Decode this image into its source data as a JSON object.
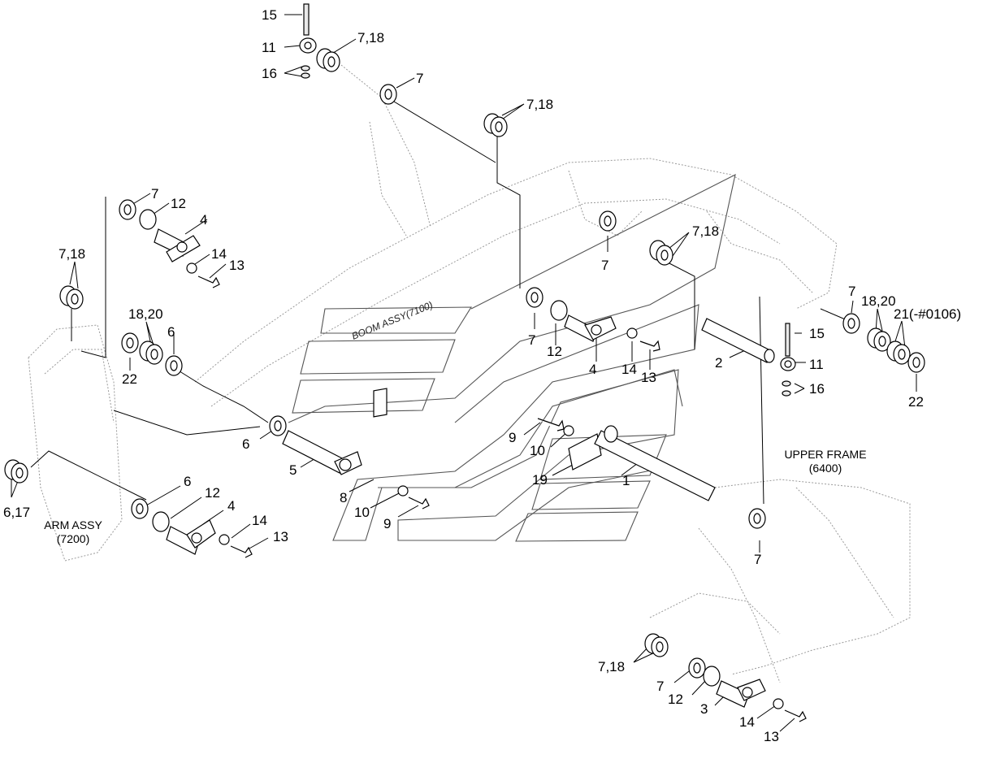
{
  "diagram": {
    "assemblies": {
      "boom": "BOOM ASSY(7100)",
      "upper_frame_line1": "UPPER FRAME",
      "upper_frame_line2": "(6400)",
      "arm_line1": "ARM ASSY",
      "arm_line2": "(7200)"
    },
    "callouts": [
      {
        "id": "c15a",
        "label": "15"
      },
      {
        "id": "c11a",
        "label": "11"
      },
      {
        "id": "c718a",
        "label": "7,18"
      },
      {
        "id": "c16a",
        "label": "16"
      },
      {
        "id": "c7a",
        "label": "7"
      },
      {
        "id": "c718b",
        "label": "7,18"
      },
      {
        "id": "c7b",
        "label": "7"
      },
      {
        "id": "c12a",
        "label": "12"
      },
      {
        "id": "c4a",
        "label": "4"
      },
      {
        "id": "c14a",
        "label": "14"
      },
      {
        "id": "c13a",
        "label": "13"
      },
      {
        "id": "c718c",
        "label": "7,18"
      },
      {
        "id": "c1820a",
        "label": "18,20"
      },
      {
        "id": "c6a",
        "label": "6"
      },
      {
        "id": "c22a",
        "label": "22"
      },
      {
        "id": "c7c",
        "label": "7"
      },
      {
        "id": "c718d",
        "label": "7,18"
      },
      {
        "id": "c7d",
        "label": "7"
      },
      {
        "id": "c12b",
        "label": "12"
      },
      {
        "id": "c4b",
        "label": "4"
      },
      {
        "id": "c14b",
        "label": "14"
      },
      {
        "id": "c13b",
        "label": "13"
      },
      {
        "id": "c2",
        "label": "2"
      },
      {
        "id": "c15b",
        "label": "15"
      },
      {
        "id": "c11b",
        "label": "11"
      },
      {
        "id": "c16b",
        "label": "16"
      },
      {
        "id": "c7e",
        "label": "7"
      },
      {
        "id": "c1820b",
        "label": "18,20"
      },
      {
        "id": "c21",
        "label": "21(-#0106)"
      },
      {
        "id": "c22b",
        "label": "22"
      },
      {
        "id": "c6b",
        "label": "6"
      },
      {
        "id": "c5",
        "label": "5"
      },
      {
        "id": "c8",
        "label": "8"
      },
      {
        "id": "c10a",
        "label": "10"
      },
      {
        "id": "c9a",
        "label": "9"
      },
      {
        "id": "c9b",
        "label": "9"
      },
      {
        "id": "c10b",
        "label": "10"
      },
      {
        "id": "c19",
        "label": "19"
      },
      {
        "id": "c1",
        "label": "1"
      },
      {
        "id": "c617",
        "label": "6,17"
      },
      {
        "id": "c6c",
        "label": "6"
      },
      {
        "id": "c12c",
        "label": "12"
      },
      {
        "id": "c4c",
        "label": "4"
      },
      {
        "id": "c14c",
        "label": "14"
      },
      {
        "id": "c13c",
        "label": "13"
      },
      {
        "id": "c7f",
        "label": "7"
      },
      {
        "id": "c718e",
        "label": "7,18"
      },
      {
        "id": "c7g",
        "label": "7"
      },
      {
        "id": "c12d",
        "label": "12"
      },
      {
        "id": "c3",
        "label": "3"
      },
      {
        "id": "c14d",
        "label": "14"
      },
      {
        "id": "c13d",
        "label": "13"
      }
    ]
  }
}
